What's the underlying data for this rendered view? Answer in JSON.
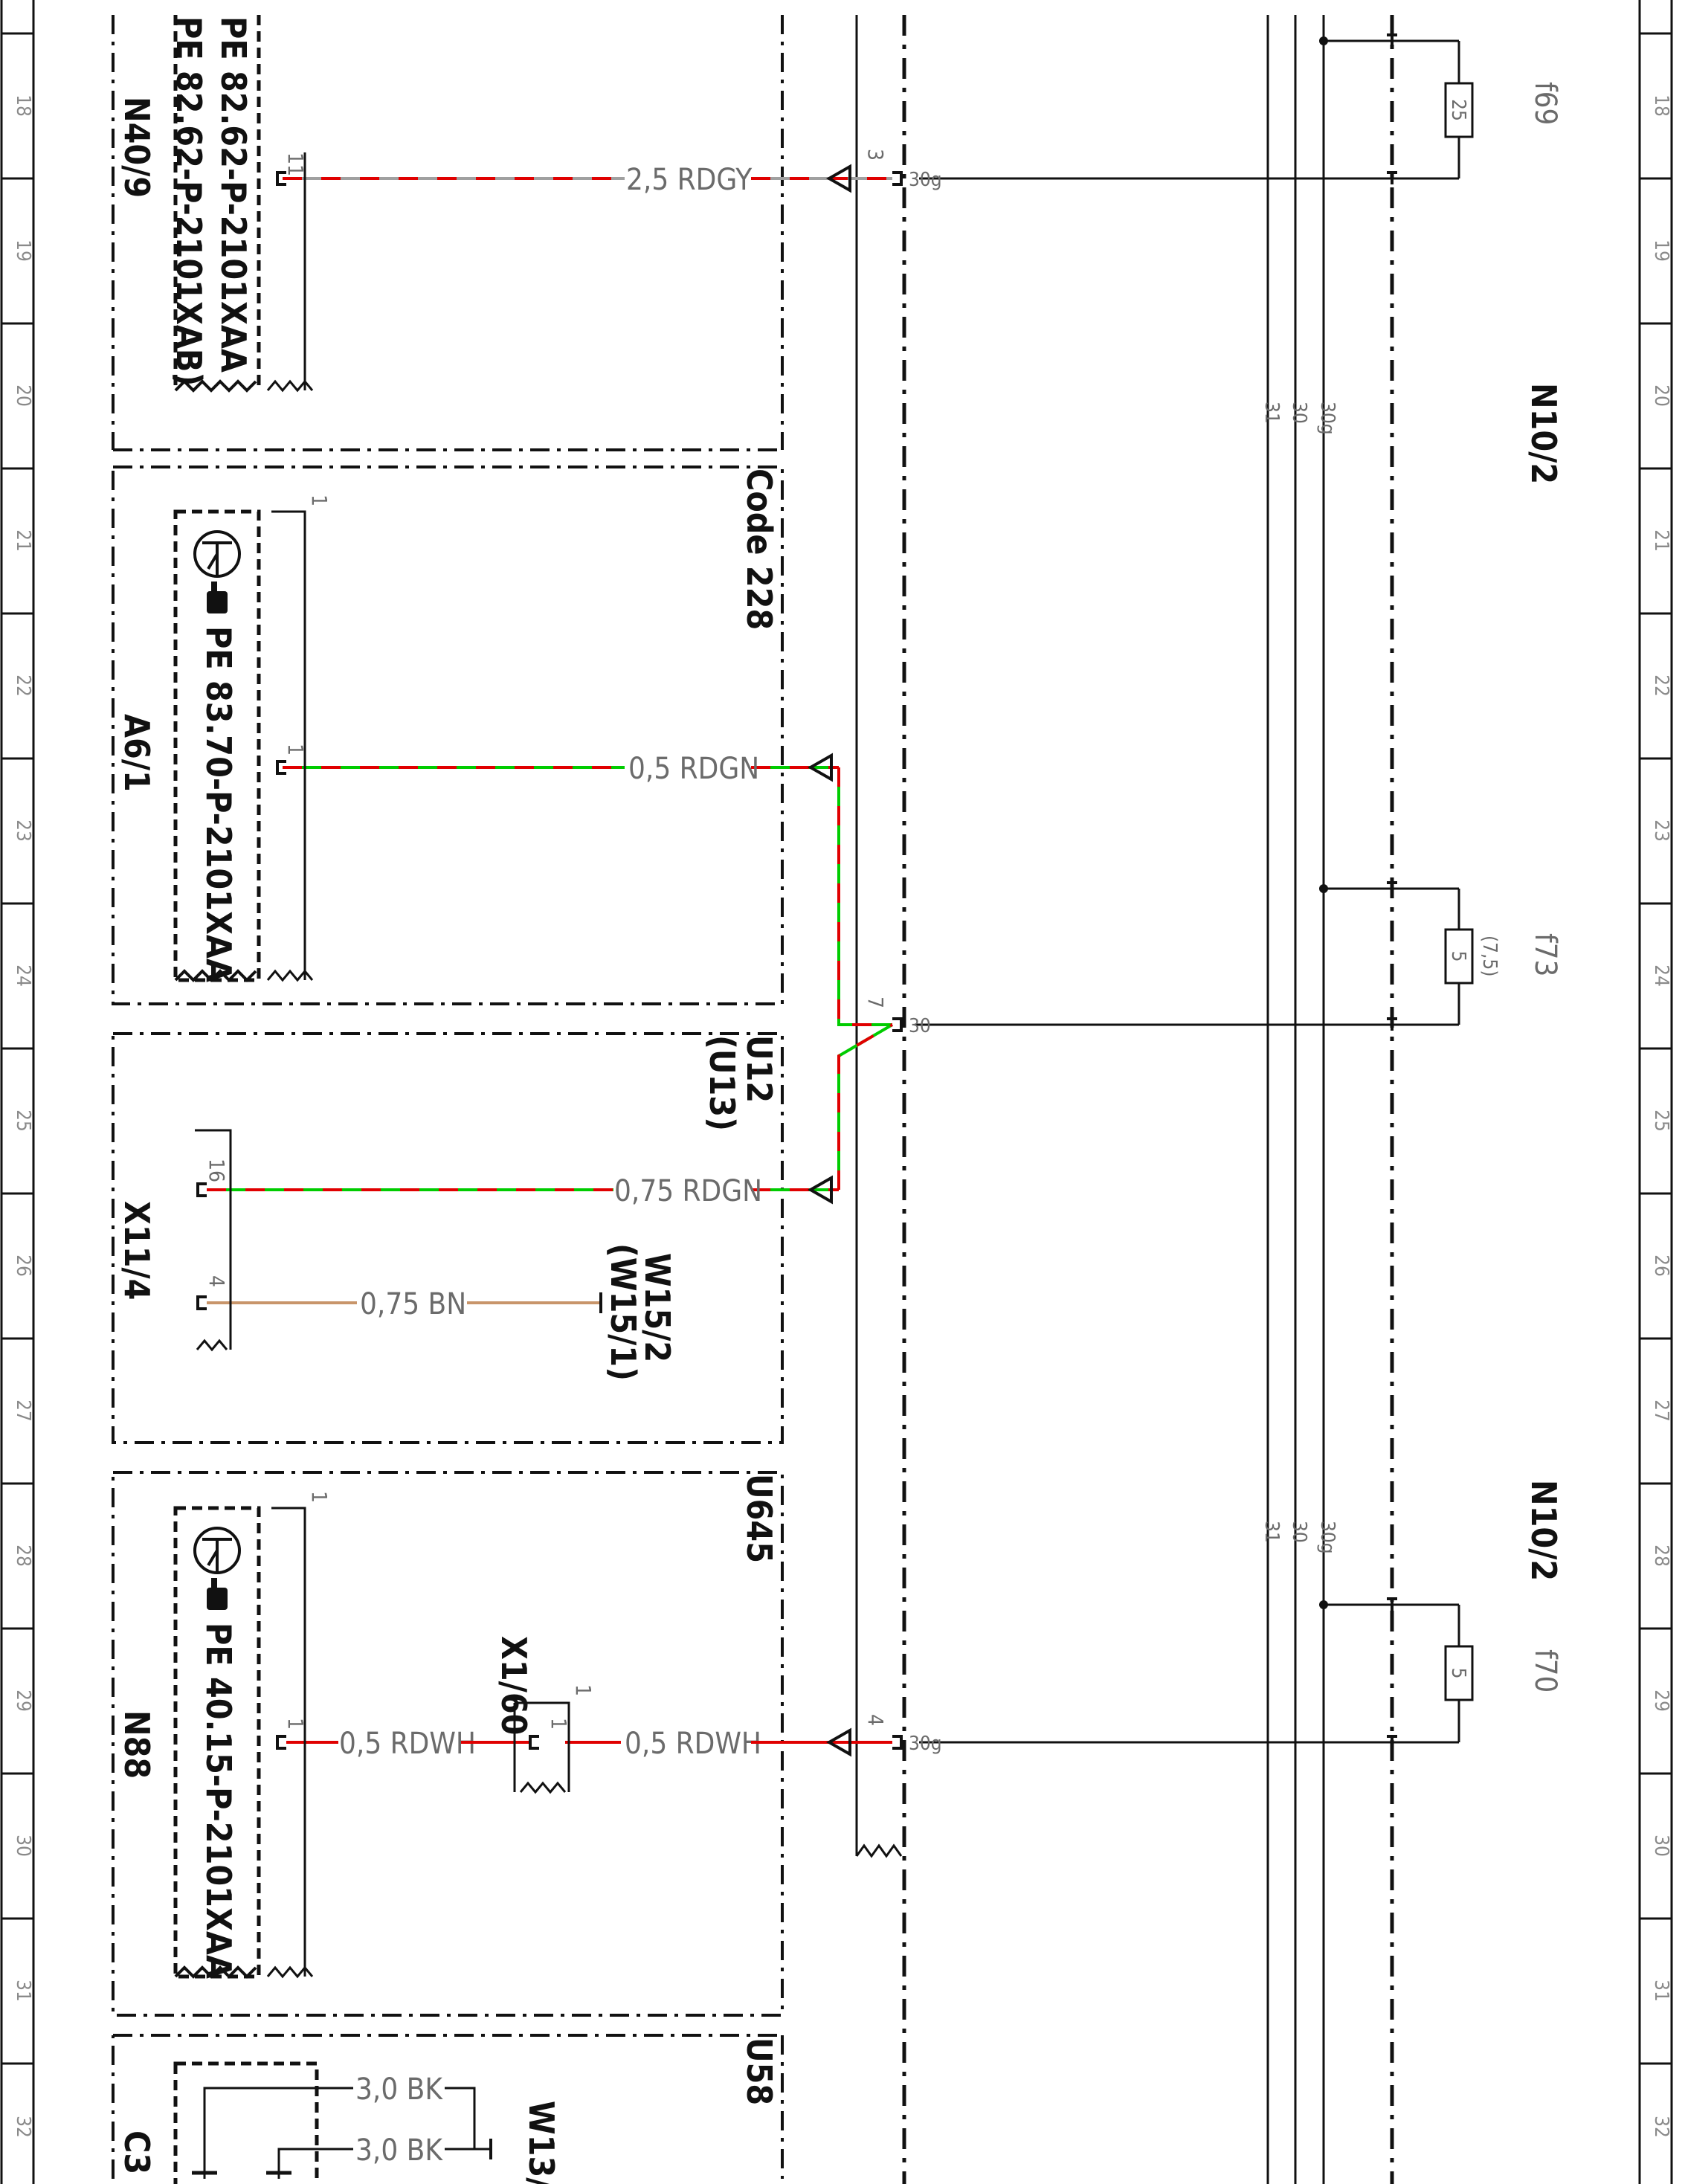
{
  "grid": {
    "numbers": [
      "18",
      "19",
      "20",
      "21",
      "22",
      "23",
      "24",
      "25",
      "26",
      "27",
      "28",
      "29",
      "30",
      "31",
      "32"
    ]
  },
  "components": {
    "n40_9": {
      "id": "N40/9",
      "ref1": "PE 82.62-P-2101XAA",
      "ref2": "PE 82.62-P-2101XAB)",
      "pin": "11"
    },
    "a6_1": {
      "id": "A6/1",
      "ref": "PE 83.70-P-2101XAA",
      "pin_top": "1",
      "pin": "1"
    },
    "x11_4": {
      "id": "X11/4",
      "pin_top": "16",
      "pin_bottom": "4"
    },
    "n88": {
      "id": "N88",
      "ref": "PE 40.15-P-2101XAA",
      "pin_top": "1",
      "pin": "1"
    },
    "x1_60": {
      "id": "X1/60",
      "pin_top": "1",
      "pin": "1"
    },
    "w15": {
      "line1": "W15/2",
      "line2": "(W15/1)"
    },
    "w13": {
      "label": "W13/"
    },
    "c3": {
      "label": "C3"
    },
    "n10_2": {
      "label": "N10/2"
    }
  },
  "sections": {
    "code228": "Code 228",
    "u12": "U12",
    "u13": "(U13)",
    "u645": "U645",
    "u58": "U58"
  },
  "wires": {
    "w1": "2,5 RDGY",
    "w2": "0,5 RDGN",
    "w3": "0,75 RDGN",
    "w4": "0,75 BN",
    "w5a": "0,5 RDWH",
    "w5b": "0,5 RDWH",
    "w6a": "3,0 BK",
    "w6b": "3,0 BK"
  },
  "pins": {
    "p3": "3",
    "p7": "7",
    "p4": "4"
  },
  "terminals": {
    "t30g_top": "30g",
    "t30": "30",
    "t30g_bottom": "30g"
  },
  "bus": {
    "labels_a": {
      "l31": "31",
      "l30": "30",
      "l30g": "30g"
    },
    "labels_b": {
      "l31": "31",
      "l30": "30",
      "l30g": "30g"
    }
  },
  "fuses": {
    "f69": {
      "name": "f69",
      "rating": "25"
    },
    "f73": {
      "name": "f73",
      "rating": "5",
      "alt": "(7,5)"
    },
    "f70": {
      "name": "f70",
      "rating": "5"
    }
  },
  "colors": {
    "red": "#e00000",
    "grey": "#a0a0a0",
    "green": "#00cc00",
    "brown": "#c8956a",
    "black": "#111111"
  }
}
